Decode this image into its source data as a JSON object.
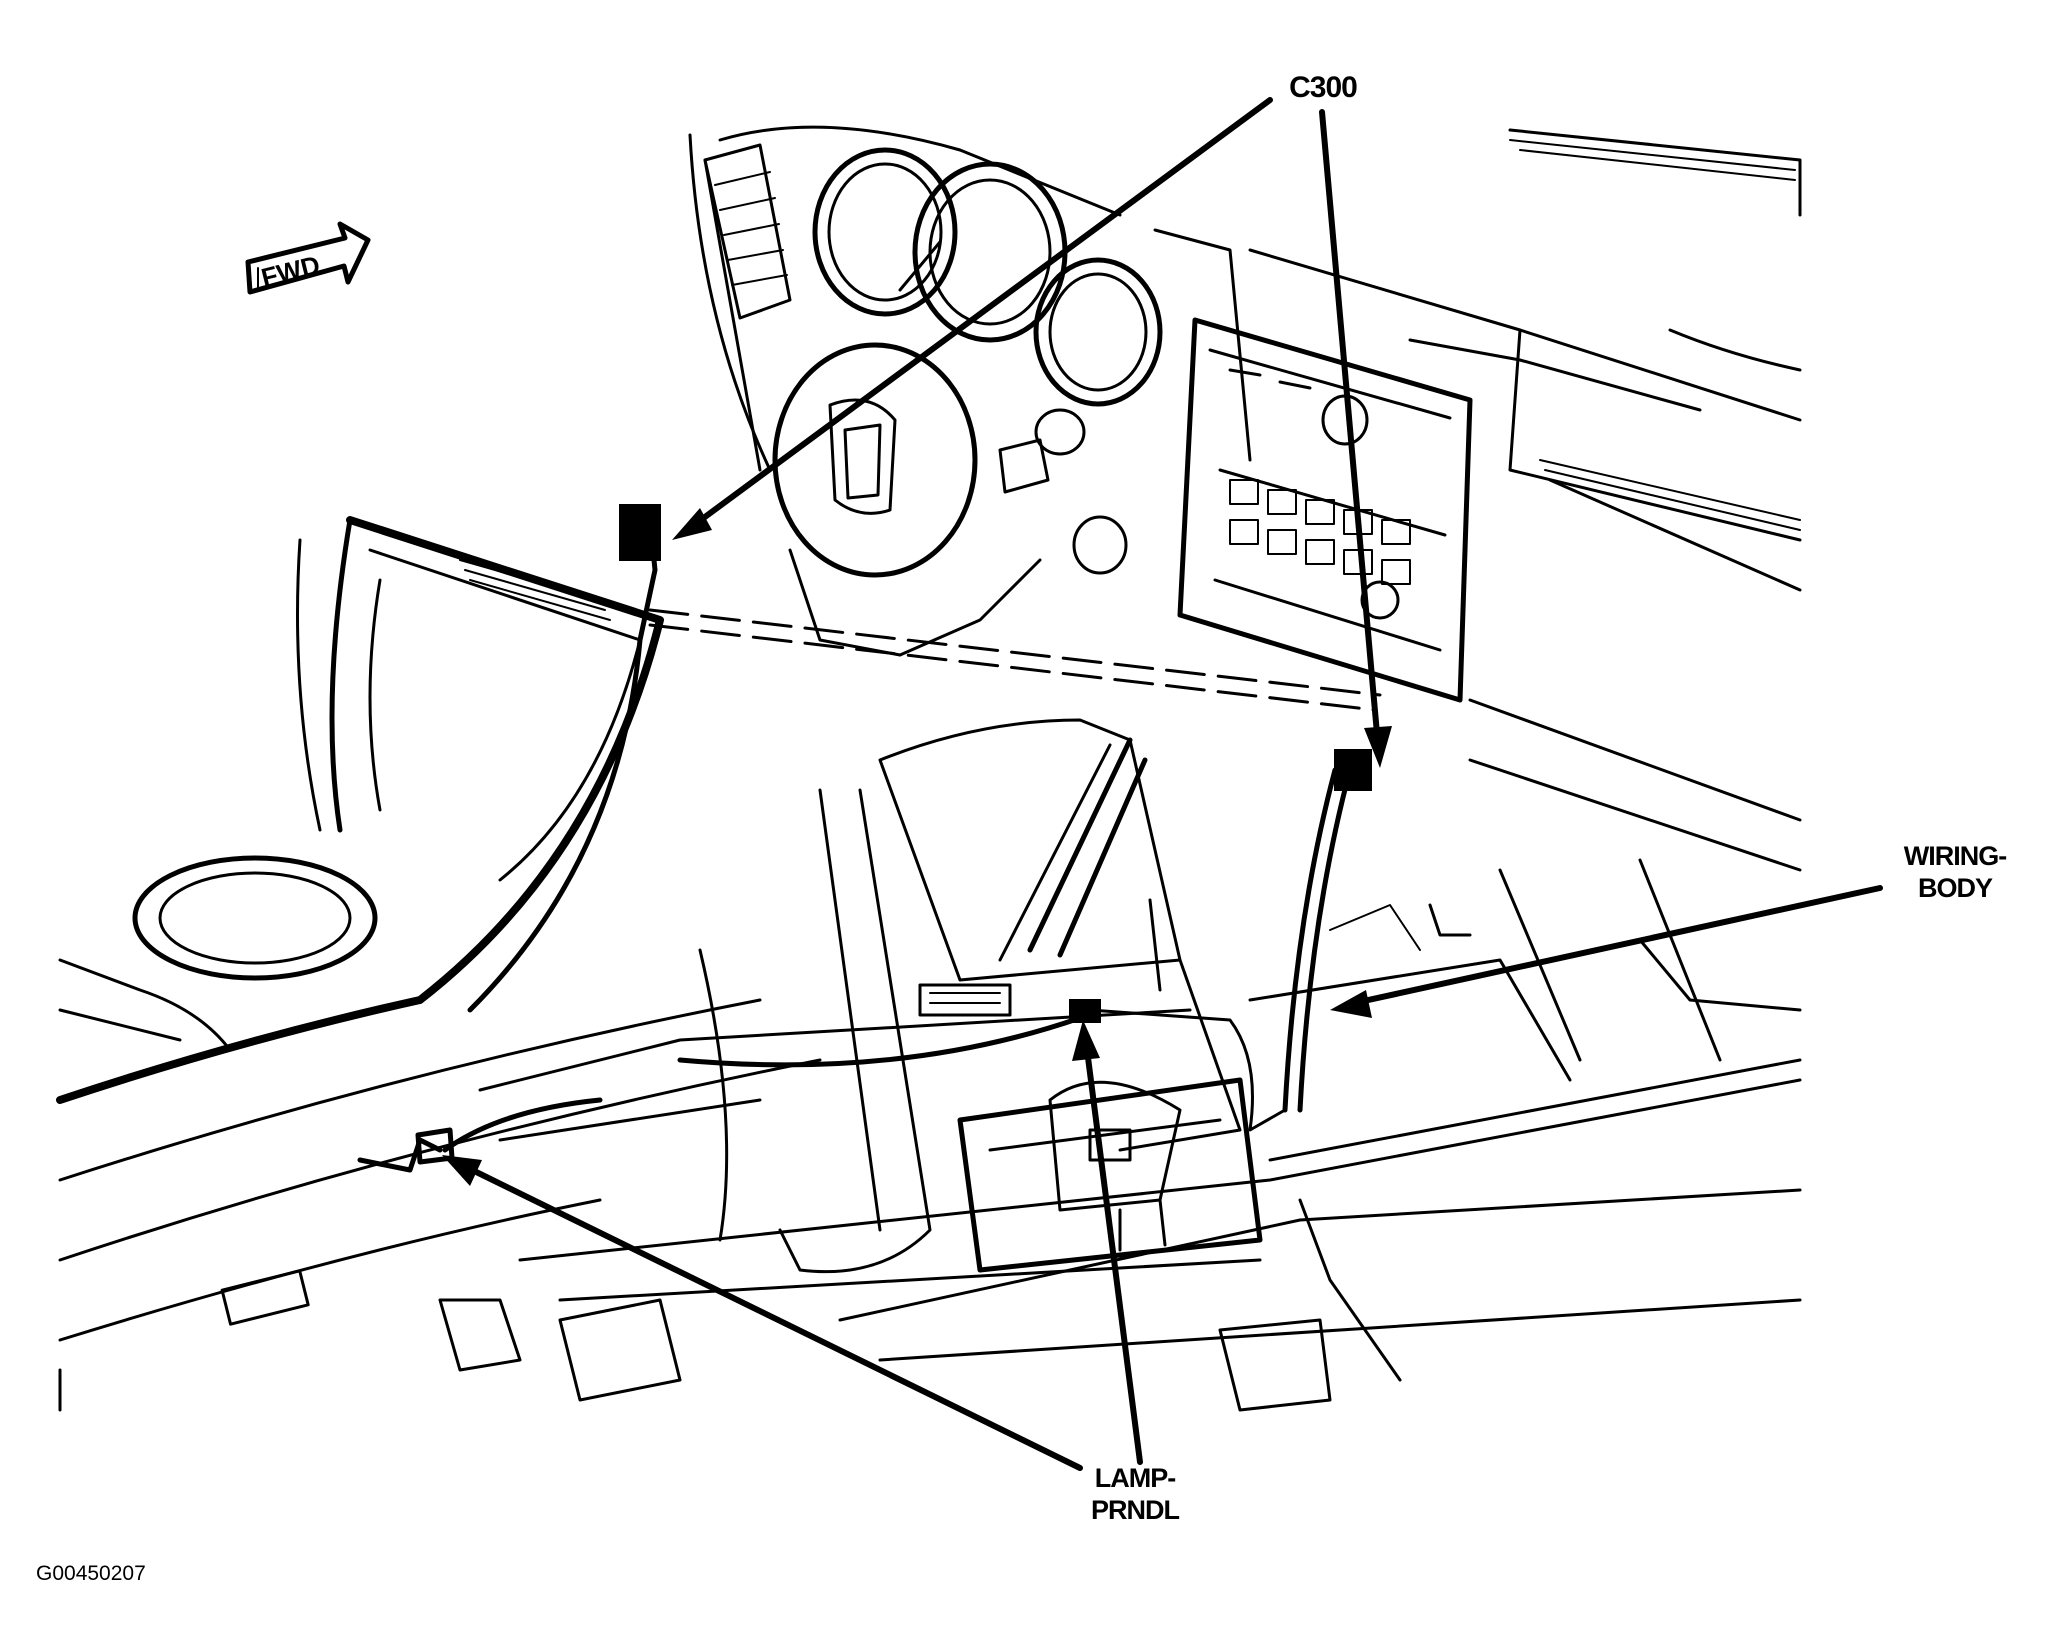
{
  "labels": {
    "c300": "C300",
    "wiring_body": [
      "WIRING-",
      "BODY"
    ],
    "lamp_prndl": [
      "LAMP-",
      "PRNDL"
    ]
  },
  "fwd_indicator": "FWD",
  "figure_id": "G00450207"
}
